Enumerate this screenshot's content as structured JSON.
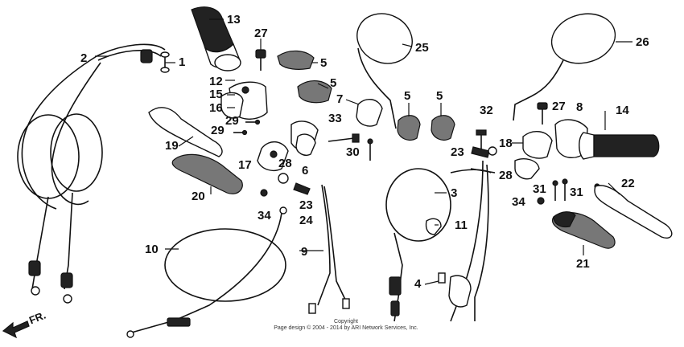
{
  "diagram": {
    "callouts": [
      "1",
      "2",
      "3",
      "4",
      "5",
      "5",
      "5",
      "5",
      "6",
      "7",
      "8",
      "9",
      "10",
      "11",
      "12",
      "13",
      "14",
      "15",
      "16",
      "17",
      "18",
      "19",
      "20",
      "21",
      "22",
      "23",
      "23",
      "24",
      "25",
      "26",
      "27",
      "27",
      "28",
      "28",
      "29",
      "29",
      "30",
      "31",
      "31",
      "32",
      "33",
      "34",
      "34"
    ],
    "direction_label": "FR.",
    "copyright_line1": "Copyright",
    "copyright_line2": "Page design © 2004 - 2014 by ARI Network Services, Inc."
  },
  "colors": {
    "ink": "#111111",
    "background": "#ffffff"
  }
}
